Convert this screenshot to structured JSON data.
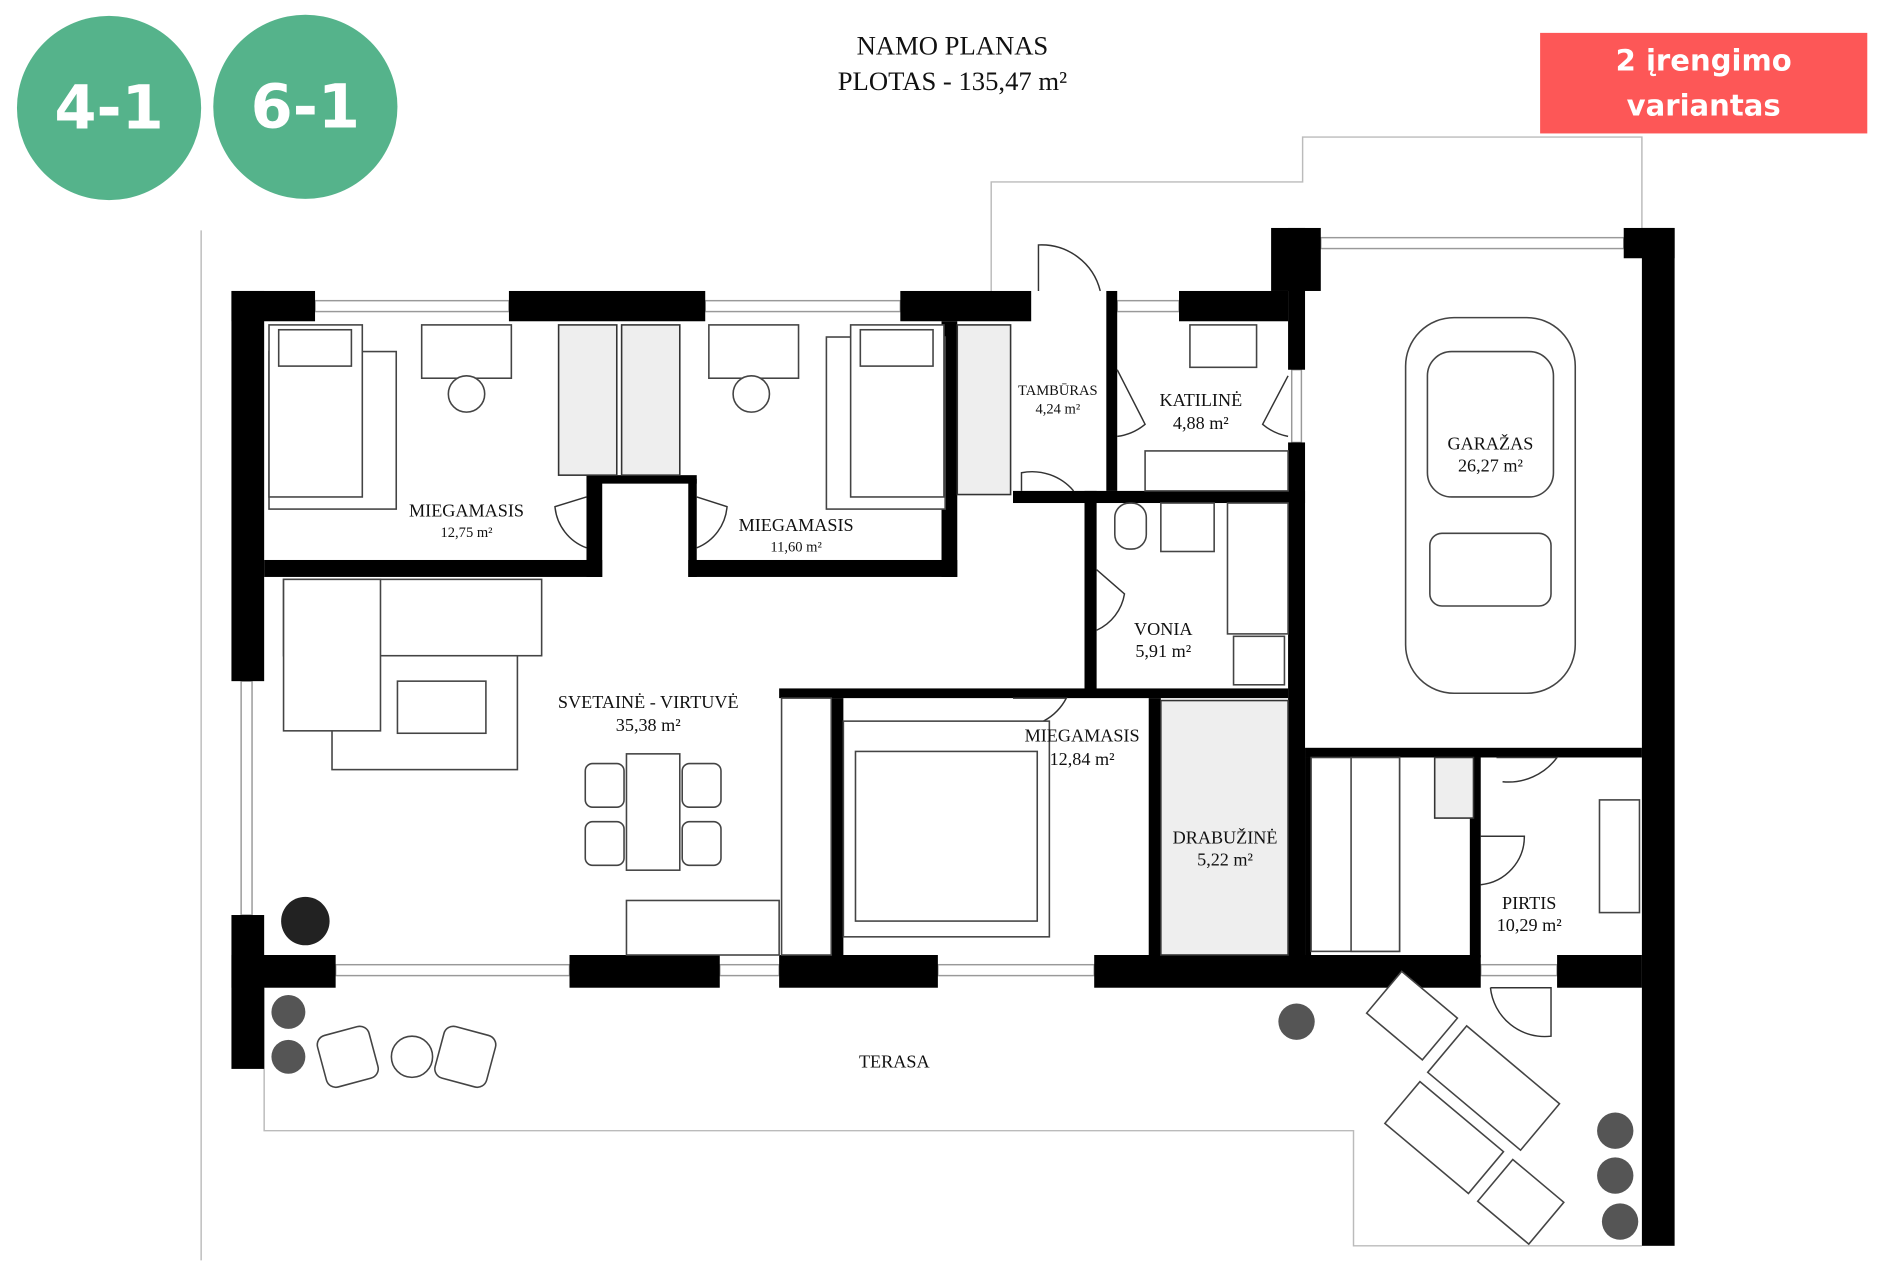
{
  "header": {
    "title_line1": "NAMO PLANAS",
    "title_line2": "PLOTAS - 135,47 m²"
  },
  "badges": [
    {
      "label": "4-1",
      "color": "#55b38b"
    },
    {
      "label": "6-1",
      "color": "#55b38b"
    }
  ],
  "variant_box": {
    "line1": "2 įrengimo",
    "line2": "variantas",
    "color": "#fd5757"
  },
  "rooms": {
    "bedroom1": {
      "name": "MIEGAMASIS",
      "area": "12,75 m²"
    },
    "bedroom2": {
      "name": "MIEGAMASIS",
      "area": "11,60 m²"
    },
    "tamburas": {
      "name": "TAMBŪRAS",
      "area": "4,24 m²"
    },
    "katiline": {
      "name": "KATILINĖ",
      "area": "4,88 m²"
    },
    "garazas": {
      "name": "GARAŽAS",
      "area": "26,27 m²"
    },
    "vonia": {
      "name": "VONIA",
      "area": "5,91 m²"
    },
    "svetaine": {
      "name": "SVETAINĖ - VIRTUVĖ",
      "area": "35,38 m²"
    },
    "bedroom3": {
      "name": "MIEGAMASIS",
      "area": "12,84 m²"
    },
    "drabuzine": {
      "name": "DRABUŽINĖ",
      "area": "5,22 m²"
    },
    "pirtis": {
      "name": "PIRTIS",
      "area": "10,29 m²"
    },
    "terasa": {
      "name": "TERASA"
    }
  }
}
